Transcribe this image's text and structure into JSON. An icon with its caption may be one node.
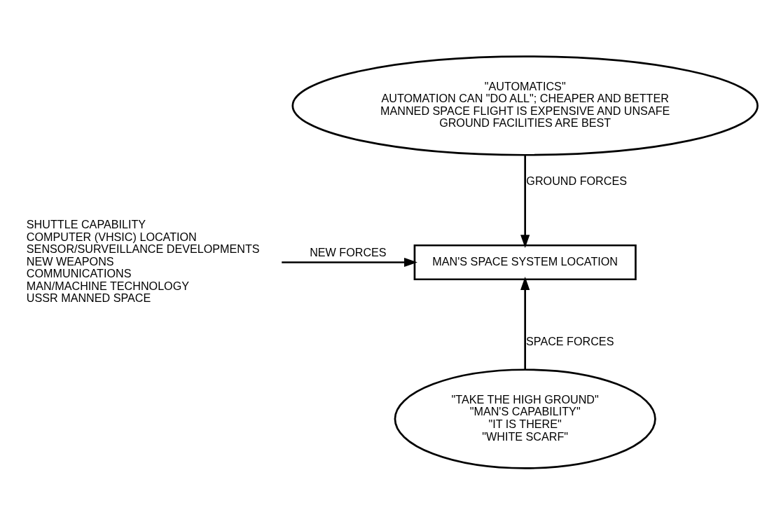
{
  "diagram": {
    "nodes": [
      {
        "text": [
          "\"AUTOMATICS\"",
          "AUTOMATION CAN \"DO ALL\"; CHEAPER AND BETTER",
          "MANNED SPACE FLIGHT IS EXPENSIVE AND UNSAFE",
          "GROUND FACILITIES ARE BEST"
        ]
      },
      {
        "text": [
          "SHUTTLE CAPABILITY",
          "COMPUTER (VHSIC) LOCATION",
          "SENSOR/SURVEILLANCE DEVELOPMENTS",
          "NEW WEAPONS",
          "COMMUNICATIONS",
          "MAN/MACHINE TECHNOLOGY",
          "USSR MANNED SPACE"
        ]
      },
      {
        "text": [
          "MAN'S SPACE SYSTEM LOCATION"
        ]
      },
      {
        "text": [
          "\"TAKE THE HIGH GROUND\"",
          "\"MAN'S CAPABILITY\"",
          "\"IT IS THERE\"",
          "\"WHITE SCARF\""
        ]
      }
    ],
    "edges": [
      {
        "from": 0,
        "to": 2,
        "arrow": "to",
        "label": "GROUND FORCES"
      },
      {
        "from": 1,
        "to": 2,
        "arrow": "to",
        "label": "NEW FORCES"
      },
      {
        "from": 3,
        "to": 2,
        "arrow": "to",
        "label": "SPACE FORCES"
      }
    ]
  }
}
